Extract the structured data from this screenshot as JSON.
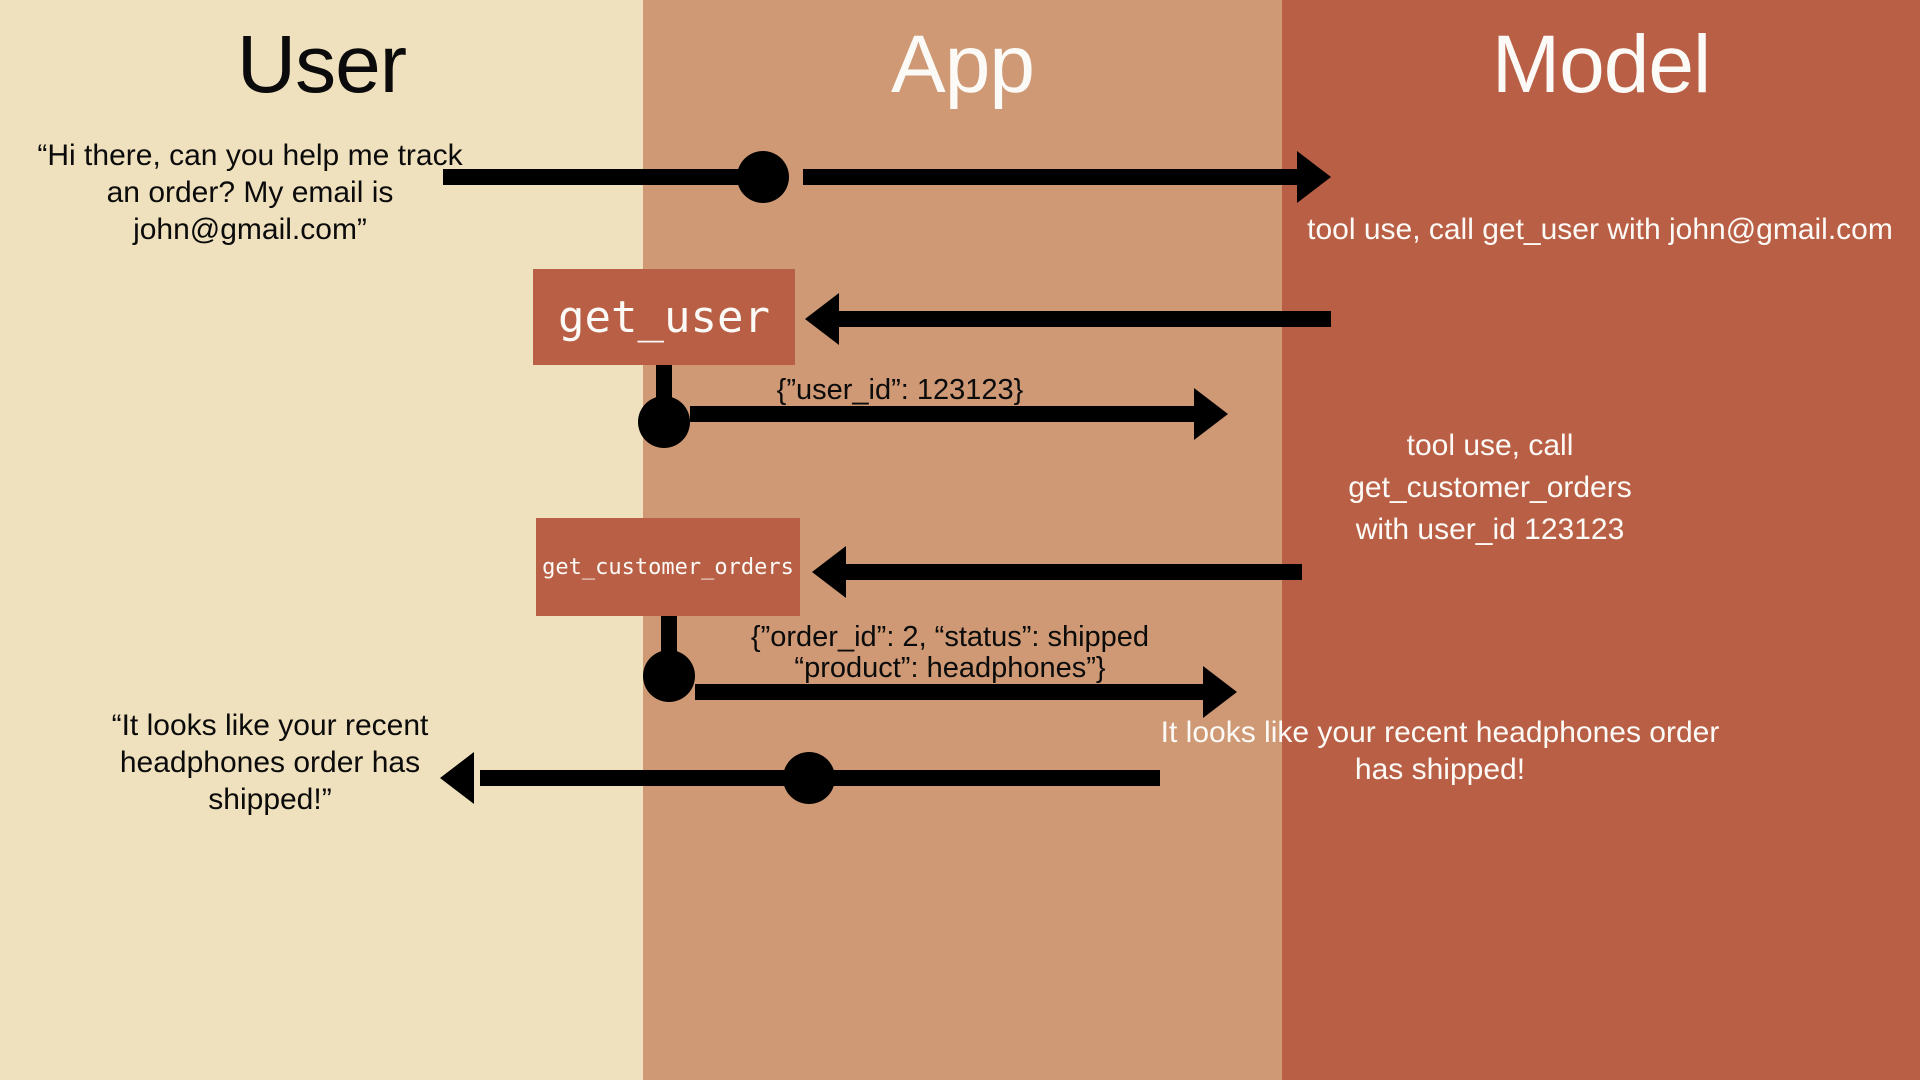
{
  "diagram": {
    "title": "Tool-use sequence diagram",
    "type": "sequence",
    "colors": {
      "user_lane": "#F0E1BE",
      "app_lane": "#CE9974",
      "model_lane": "#B95F45",
      "tool_box": "#B95F45",
      "arrow": "#000000",
      "light_text": "#FCFAF6",
      "dark_text": "#0B0B0B"
    }
  },
  "lanes": [
    {
      "id": "user",
      "label": "User"
    },
    {
      "id": "app",
      "label": "App"
    },
    {
      "id": "model",
      "label": "Model"
    }
  ],
  "messages": {
    "user_request": "“Hi there, can you help me track an order? My email is john@gmail.com”",
    "model_tool_call_1": "tool use, call get_user with john@gmail.com",
    "tool_result_1": "{”user_id”: 123123}",
    "model_tool_call_2_line1": "tool use, call",
    "model_tool_call_2_line2": "get_customer_orders",
    "model_tool_call_2_line3": "with user_id 123123",
    "tool_result_2_line1": "{”order_id”: 2, “status”: shipped",
    "tool_result_2_line2": "“product”: headphones”}",
    "model_final_answer": "It looks like your recent headphones order has shipped!",
    "user_final_answer": "“It looks like your recent headphones order has shipped!”"
  },
  "tool_boxes": [
    {
      "id": "get_user",
      "label": "get_user"
    },
    {
      "id": "get_customer_orders",
      "label": "get_customer_orders"
    }
  ]
}
